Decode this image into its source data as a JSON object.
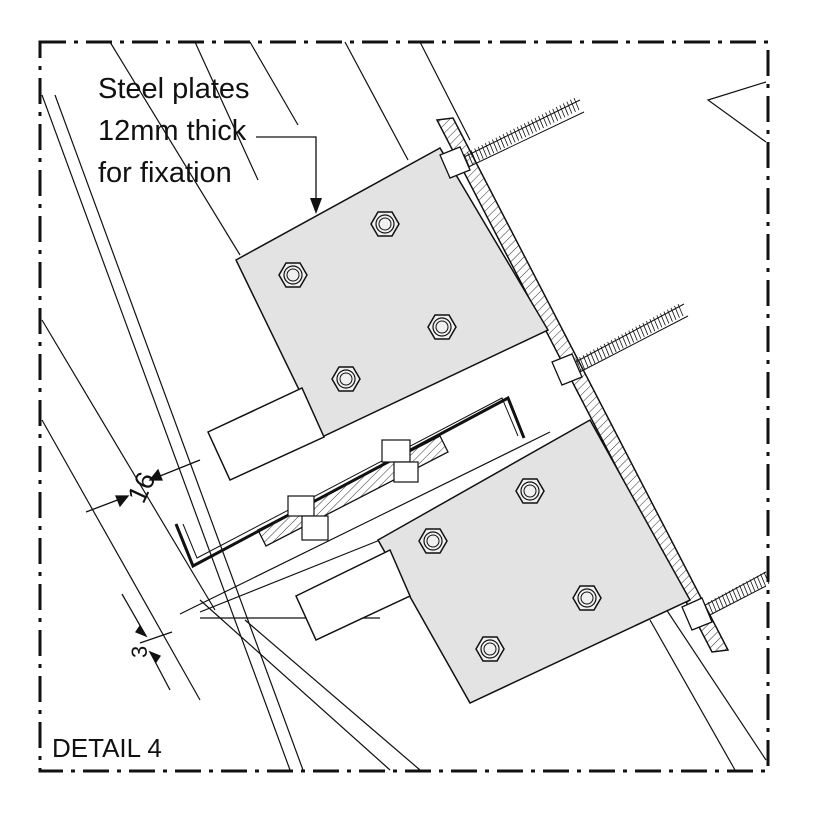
{
  "annotation": {
    "line1": "Steel plates",
    "line2": "12mm thick",
    "line3": "for fixation"
  },
  "dimensions": {
    "gap": "16",
    "small": "3"
  },
  "detail_label": "DETAIL 4",
  "colors": {
    "plate_fill": "#e3e3e3",
    "line": "#111111",
    "background": "#ffffff"
  }
}
